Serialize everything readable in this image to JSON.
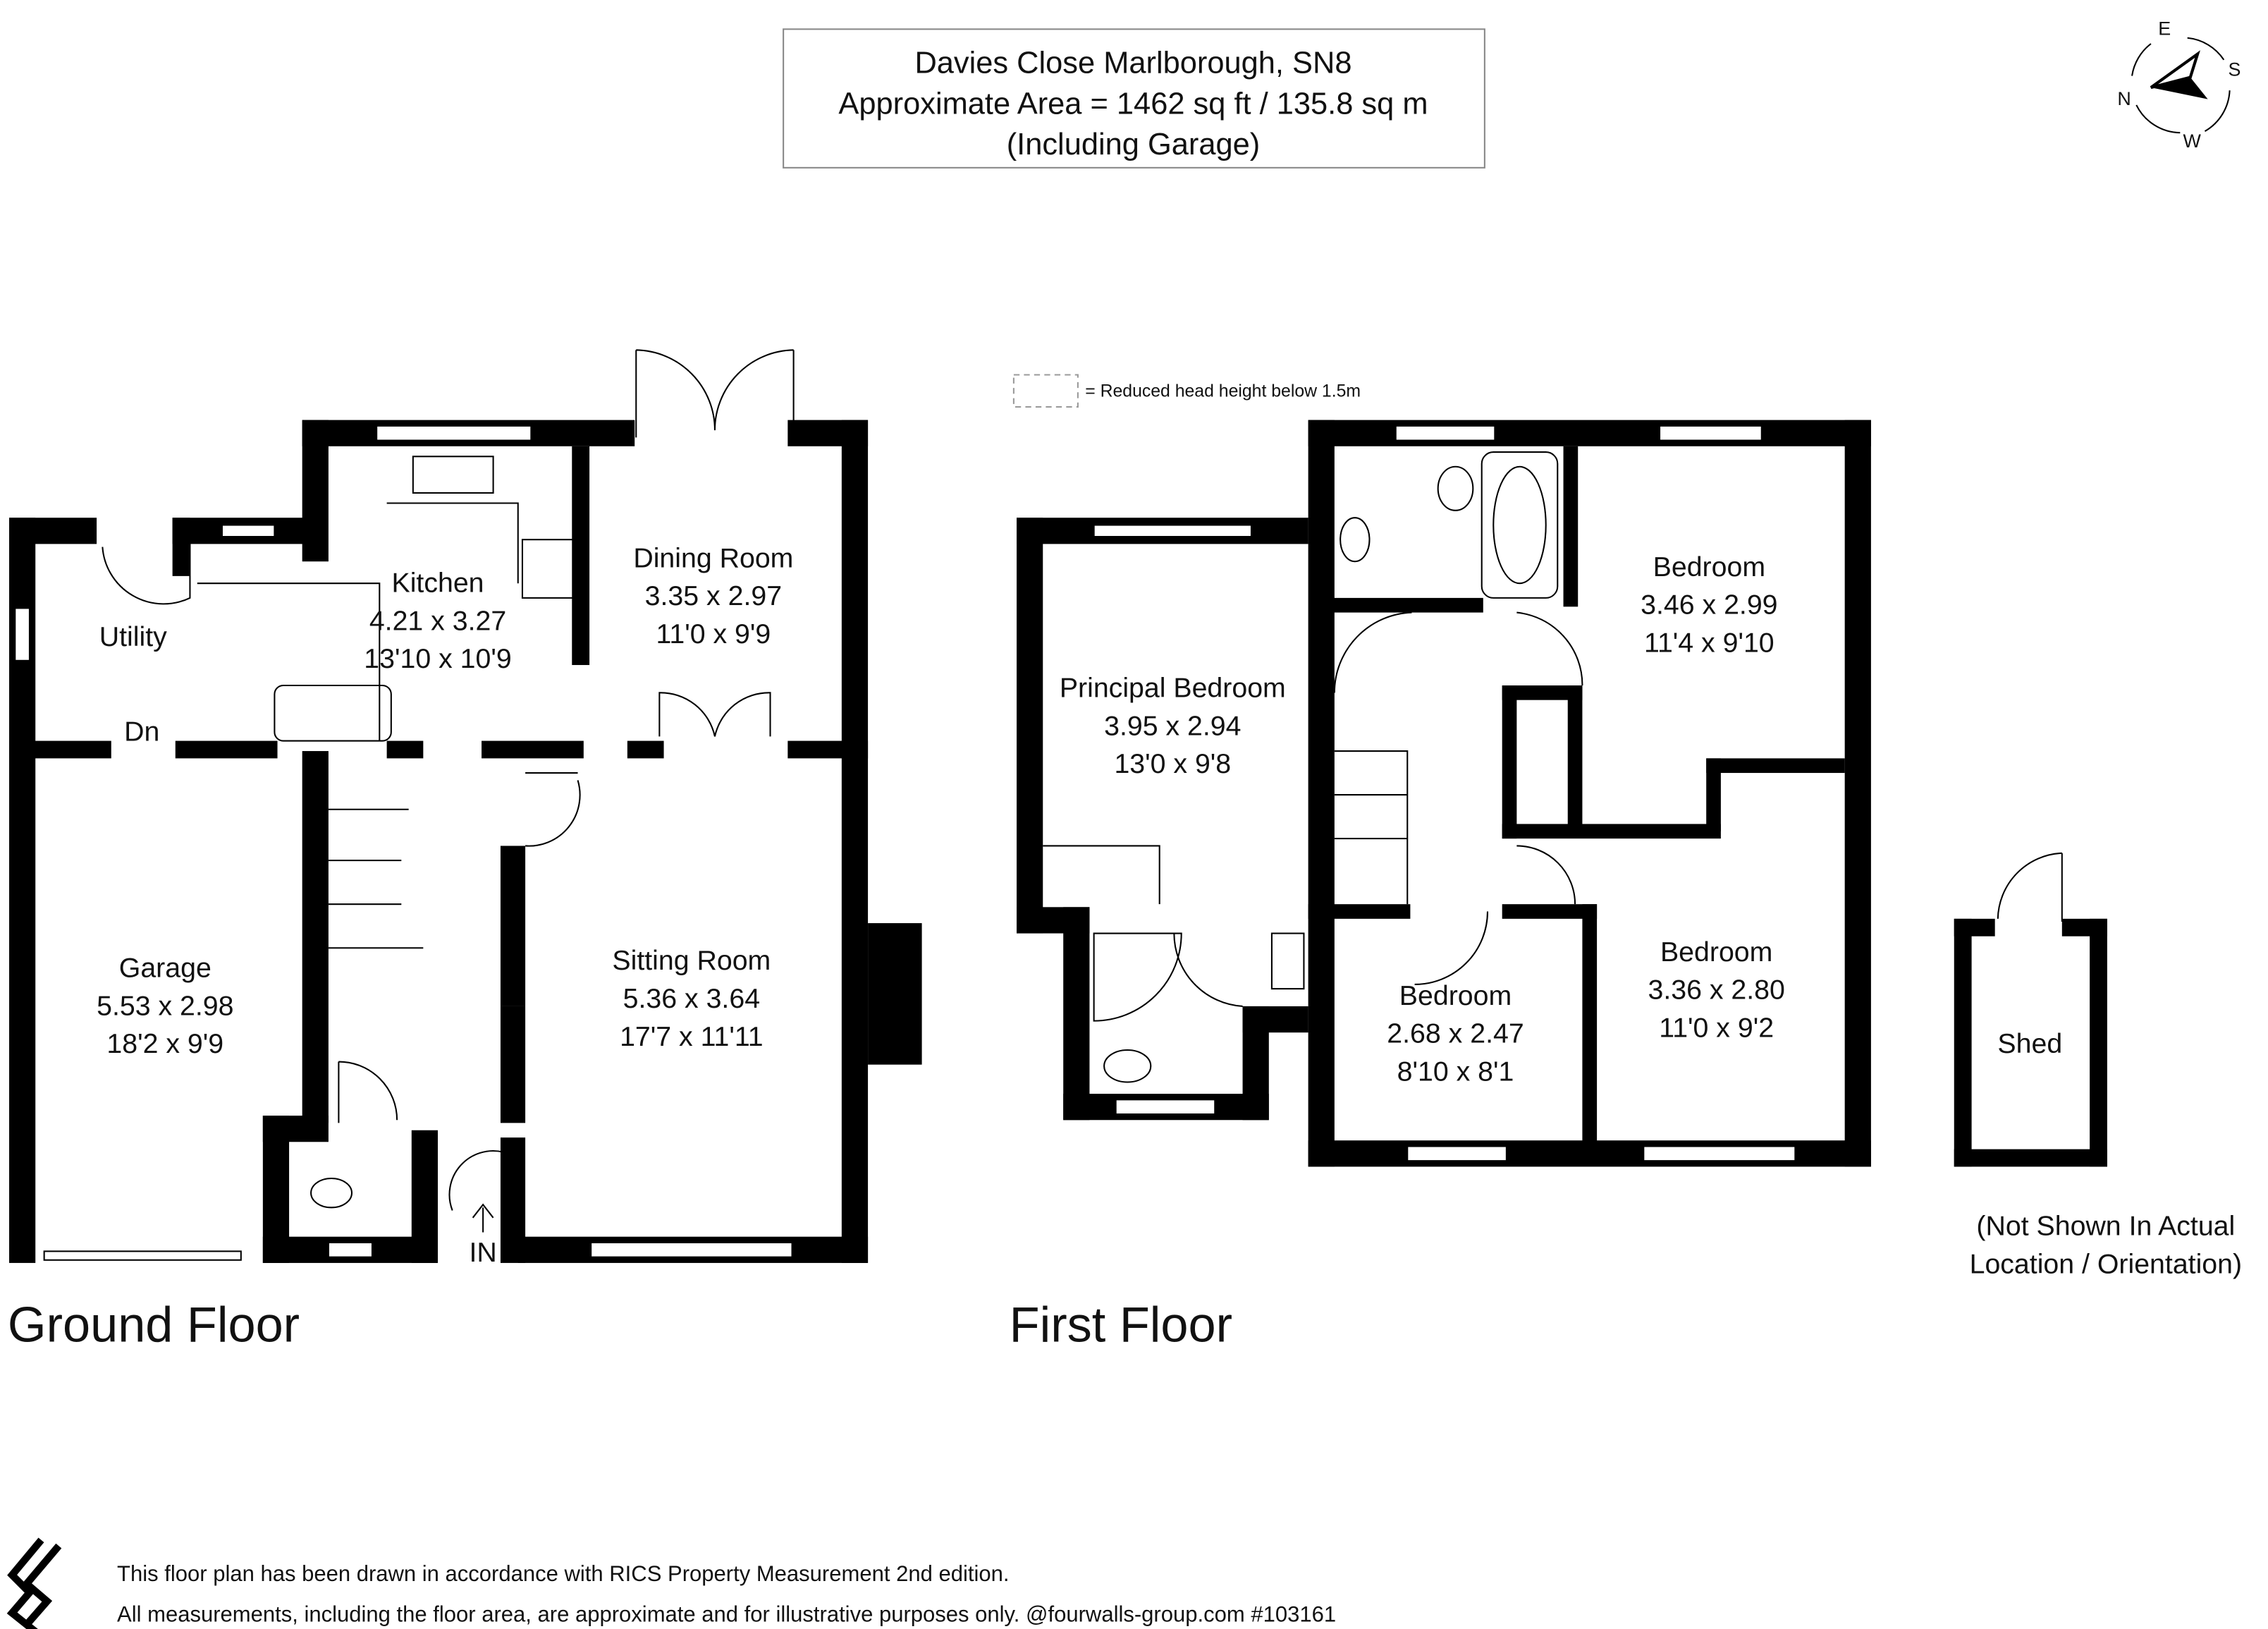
{
  "header": {
    "line1": "Davies Close Marlborough, SN8",
    "line2": "Approximate Area = 1462 sq ft / 135.8 sq m",
    "line3": "(Including Garage)"
  },
  "compass": {
    "n": "N",
    "e": "E",
    "s": "S",
    "w": "W",
    "icon": "compass-icon"
  },
  "legend": {
    "reduced_head_height": "= Reduced head height below 1.5m"
  },
  "ground_floor": {
    "label": "Ground Floor",
    "rooms": [
      {
        "name": "Kitchen",
        "metric": "4.21 x 3.27",
        "imperial": "13'10 x 10'9"
      },
      {
        "name": "Dining Room",
        "metric": "3.35 x 2.97",
        "imperial": "11'0 x 9'9"
      },
      {
        "name": "Utility"
      },
      {
        "name": "Garage",
        "metric": "5.53 x 2.98",
        "imperial": "18'2 x 9'9"
      },
      {
        "name": "Sitting Room",
        "metric": "5.36 x 3.64",
        "imperial": "17'7 x 11'11"
      }
    ],
    "dn": "Dn",
    "entrance": "IN"
  },
  "first_floor": {
    "label": "First Floor",
    "rooms": [
      {
        "name": "Principal Bedroom",
        "metric": "3.95 x 2.94",
        "imperial": "13'0 x 9'8"
      },
      {
        "name": "Bedroom",
        "metric": "3.46 x 2.99",
        "imperial": "11'4 x 9'10"
      },
      {
        "name": "Bedroom",
        "metric": "2.68 x 2.47",
        "imperial": "8'10 x 8'1"
      },
      {
        "name": "Bedroom",
        "metric": "3.36 x 2.80",
        "imperial": "11'0 x 9'2"
      }
    ]
  },
  "shed": {
    "name": "Shed",
    "note_line1": "(Not Shown In Actual",
    "note_line2": "Location / Orientation)"
  },
  "footer": {
    "line1": "This floor plan has been drawn in accordance with RICS Property Measurement 2nd edition.",
    "line2": "All measurements, including the floor area, are approximate and for illustrative purposes only. @fourwalls-group.com #103161",
    "logo": "fourwalls-logo"
  }
}
